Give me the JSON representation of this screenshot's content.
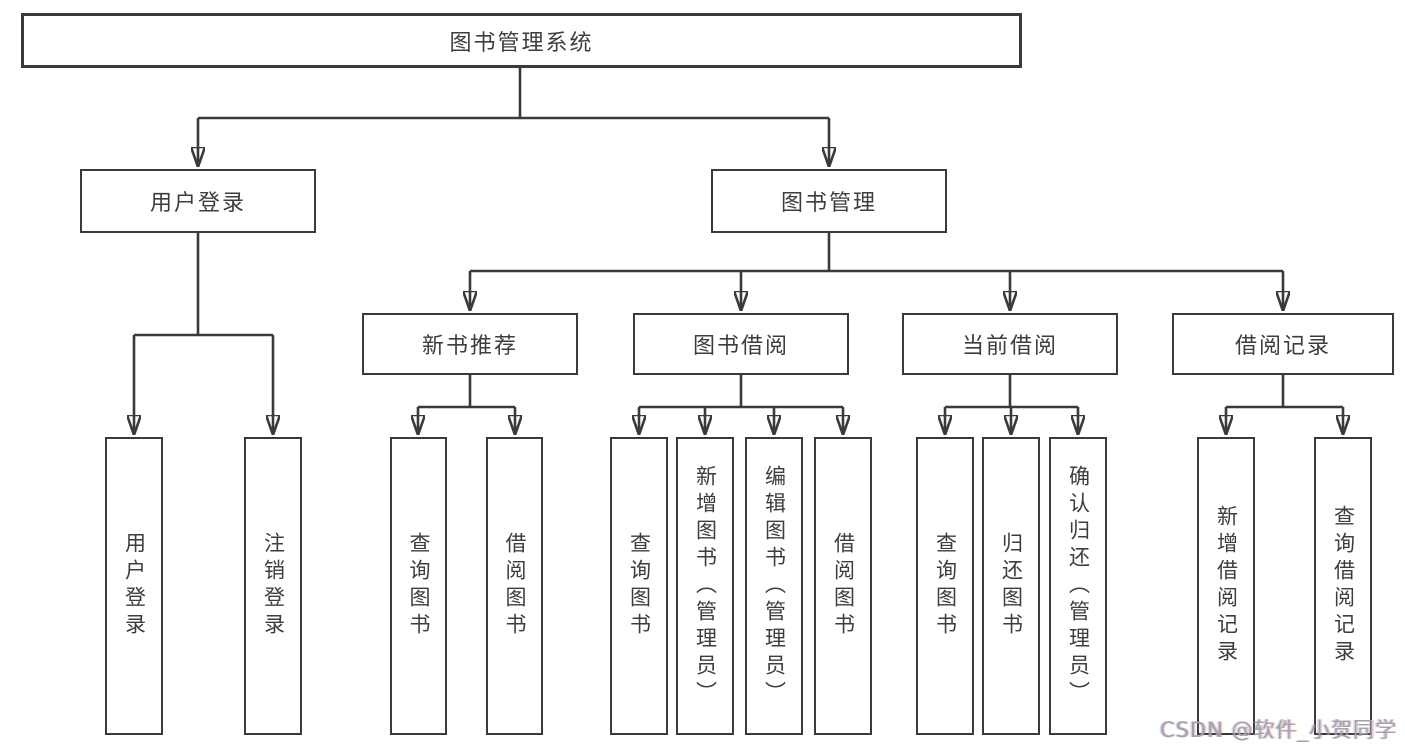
{
  "colors": {
    "line": "#3a3a3a",
    "box_border": "#3a3a3a",
    "box_fill": "#ffffff",
    "text": "#3d3d3d",
    "watermark": "#a3a3a3"
  },
  "watermark": {
    "text": "CSDN @软件_小贺同学"
  },
  "tree": {
    "root": {
      "label": "图书管理系统",
      "children": [
        {
          "label": "用户登录",
          "children": [
            {
              "label": "用户登录"
            },
            {
              "label": "注销登录"
            }
          ]
        },
        {
          "label": "图书管理",
          "children": [
            {
              "label": "新书推荐",
              "children": [
                {
                  "label": "查询图书"
                },
                {
                  "label": "借阅图书"
                }
              ]
            },
            {
              "label": "图书借阅",
              "children": [
                {
                  "label": "查询图书"
                },
                {
                  "label": "新增图书（管理员）"
                },
                {
                  "label": "编辑图书（管理员）"
                },
                {
                  "label": "借阅图书"
                }
              ]
            },
            {
              "label": "当前借阅",
              "children": [
                {
                  "label": "查询图书"
                },
                {
                  "label": "归还图书"
                },
                {
                  "label": "确认归还（管理员）"
                }
              ]
            },
            {
              "label": "借阅记录",
              "children": [
                {
                  "label": "新增借阅记录"
                },
                {
                  "label": "查询借阅记录"
                }
              ]
            }
          ]
        }
      ]
    }
  }
}
